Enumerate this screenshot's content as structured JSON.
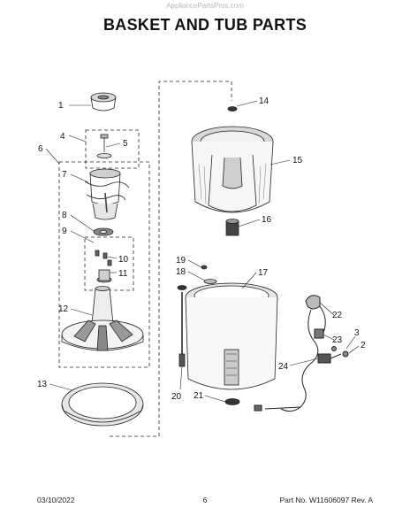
{
  "watermark": "AppliancePartsPros.com",
  "title": "BASKET AND TUB PARTS",
  "callouts": [
    "1",
    "4",
    "5",
    "6",
    "7",
    "8",
    "9",
    "10",
    "11",
    "12",
    "13",
    "14",
    "15",
    "16",
    "17",
    "18",
    "19",
    "20",
    "21",
    "22",
    "23",
    "24",
    "3",
    "2"
  ],
  "footer": {
    "date": "03/10/2022",
    "page": "6",
    "part_no": "Part No. W11606097  Rev. A"
  }
}
